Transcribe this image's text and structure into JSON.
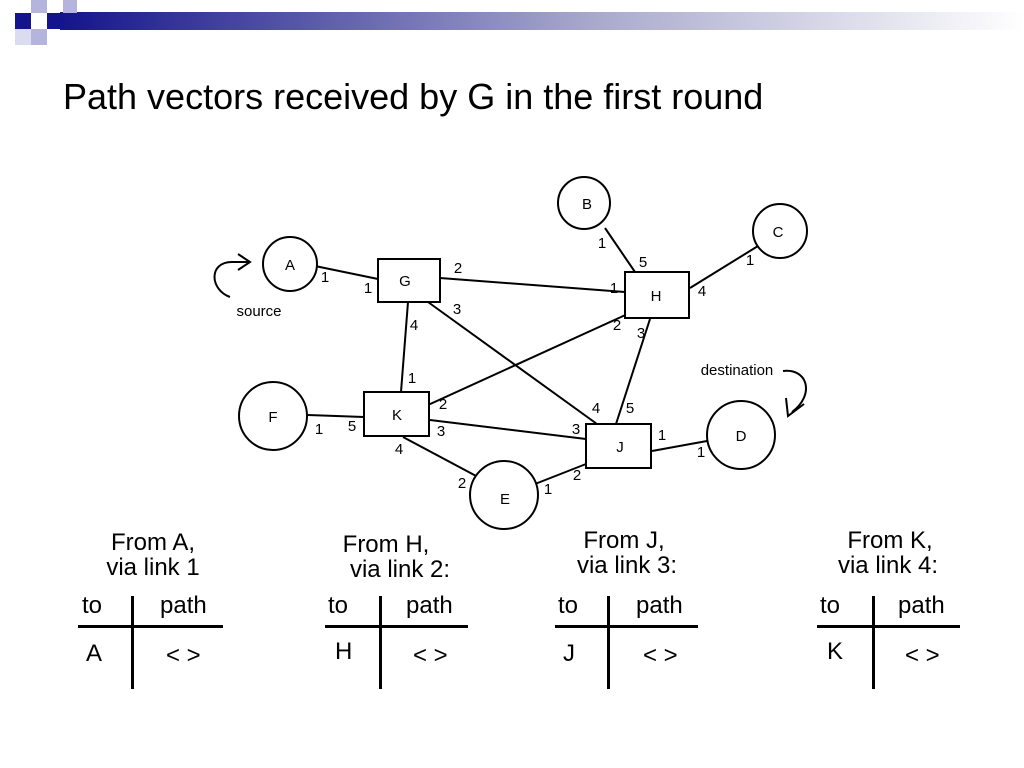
{
  "slide": {
    "title": "Path vectors received by G in the first round"
  },
  "diagram": {
    "annotations": {
      "source": "source",
      "destination": "destination"
    },
    "nodes": [
      {
        "id": "A",
        "shape": "circle"
      },
      {
        "id": "B",
        "shape": "circle"
      },
      {
        "id": "C",
        "shape": "circle"
      },
      {
        "id": "D",
        "shape": "circle"
      },
      {
        "id": "E",
        "shape": "circle"
      },
      {
        "id": "F",
        "shape": "circle"
      },
      {
        "id": "G",
        "shape": "box"
      },
      {
        "id": "H",
        "shape": "box"
      },
      {
        "id": "J",
        "shape": "box"
      },
      {
        "id": "K",
        "shape": "box"
      }
    ],
    "edges": [
      {
        "from": "A",
        "from_port": "1",
        "to": "G",
        "to_port": "1"
      },
      {
        "from": "G",
        "from_port": "2",
        "to": "H",
        "to_port": "1"
      },
      {
        "from": "G",
        "from_port": "3",
        "to": "J",
        "to_port": "4"
      },
      {
        "from": "G",
        "from_port": "4",
        "to": "K",
        "to_port": "1"
      },
      {
        "from": "B",
        "from_port": "1",
        "to": "H",
        "to_port": "5"
      },
      {
        "from": "C",
        "from_port": "1",
        "to": "H",
        "to_port": "4"
      },
      {
        "from": "H",
        "from_port": "2",
        "to": "K",
        "to_port": "2"
      },
      {
        "from": "H",
        "from_port": "3",
        "to": "J",
        "to_port": "5"
      },
      {
        "from": "F",
        "from_port": "1",
        "to": "K",
        "to_port": "5"
      },
      {
        "from": "K",
        "from_port": "3",
        "to": "J",
        "to_port": "3"
      },
      {
        "from": "K",
        "from_port": "4",
        "to": "E",
        "to_port": "2"
      },
      {
        "from": "E",
        "from_port": "1",
        "to": "J",
        "to_port": "2"
      },
      {
        "from": "J",
        "from_port": "1",
        "to": "D",
        "to_port": "1"
      }
    ]
  },
  "tables": [
    {
      "header_line1": "From A,",
      "header_line2": "via link 1",
      "col_to": "to",
      "col_path": "path",
      "row_to": "A",
      "row_path": "< >"
    },
    {
      "header_line1": "From H,",
      "header_line2": "via link 2:",
      "col_to": "to",
      "col_path": "path",
      "row_to": "H",
      "row_path": "< >"
    },
    {
      "header_line1": "From J,",
      "header_line2": "via link 3:",
      "col_to": "to",
      "col_path": "path",
      "row_to": "J",
      "row_path": "< >"
    },
    {
      "header_line1": "From K,",
      "header_line2": "via link 4:",
      "col_to": "to",
      "col_path": "path",
      "row_to": "K",
      "row_path": "< >"
    }
  ],
  "colors": {
    "deco_dark": "#14148c",
    "deco_light": "#b4b4dc"
  }
}
